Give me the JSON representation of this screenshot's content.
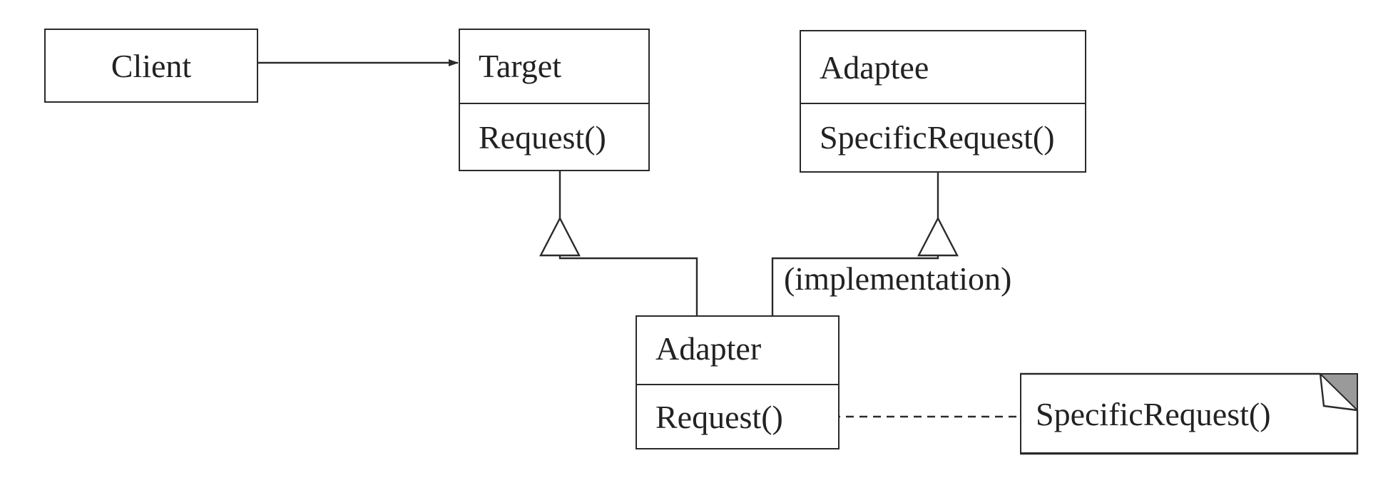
{
  "classes": {
    "client": {
      "name": "Client"
    },
    "target": {
      "name": "Target",
      "operation": "Request()"
    },
    "adaptee": {
      "name": "Adaptee",
      "operation": "SpecificRequest()"
    },
    "adapter": {
      "name": "Adapter",
      "operation": "Request()"
    }
  },
  "relationships": {
    "adaptee_inheritance_label": "(implementation)"
  },
  "note": {
    "text": "SpecificRequest()"
  }
}
